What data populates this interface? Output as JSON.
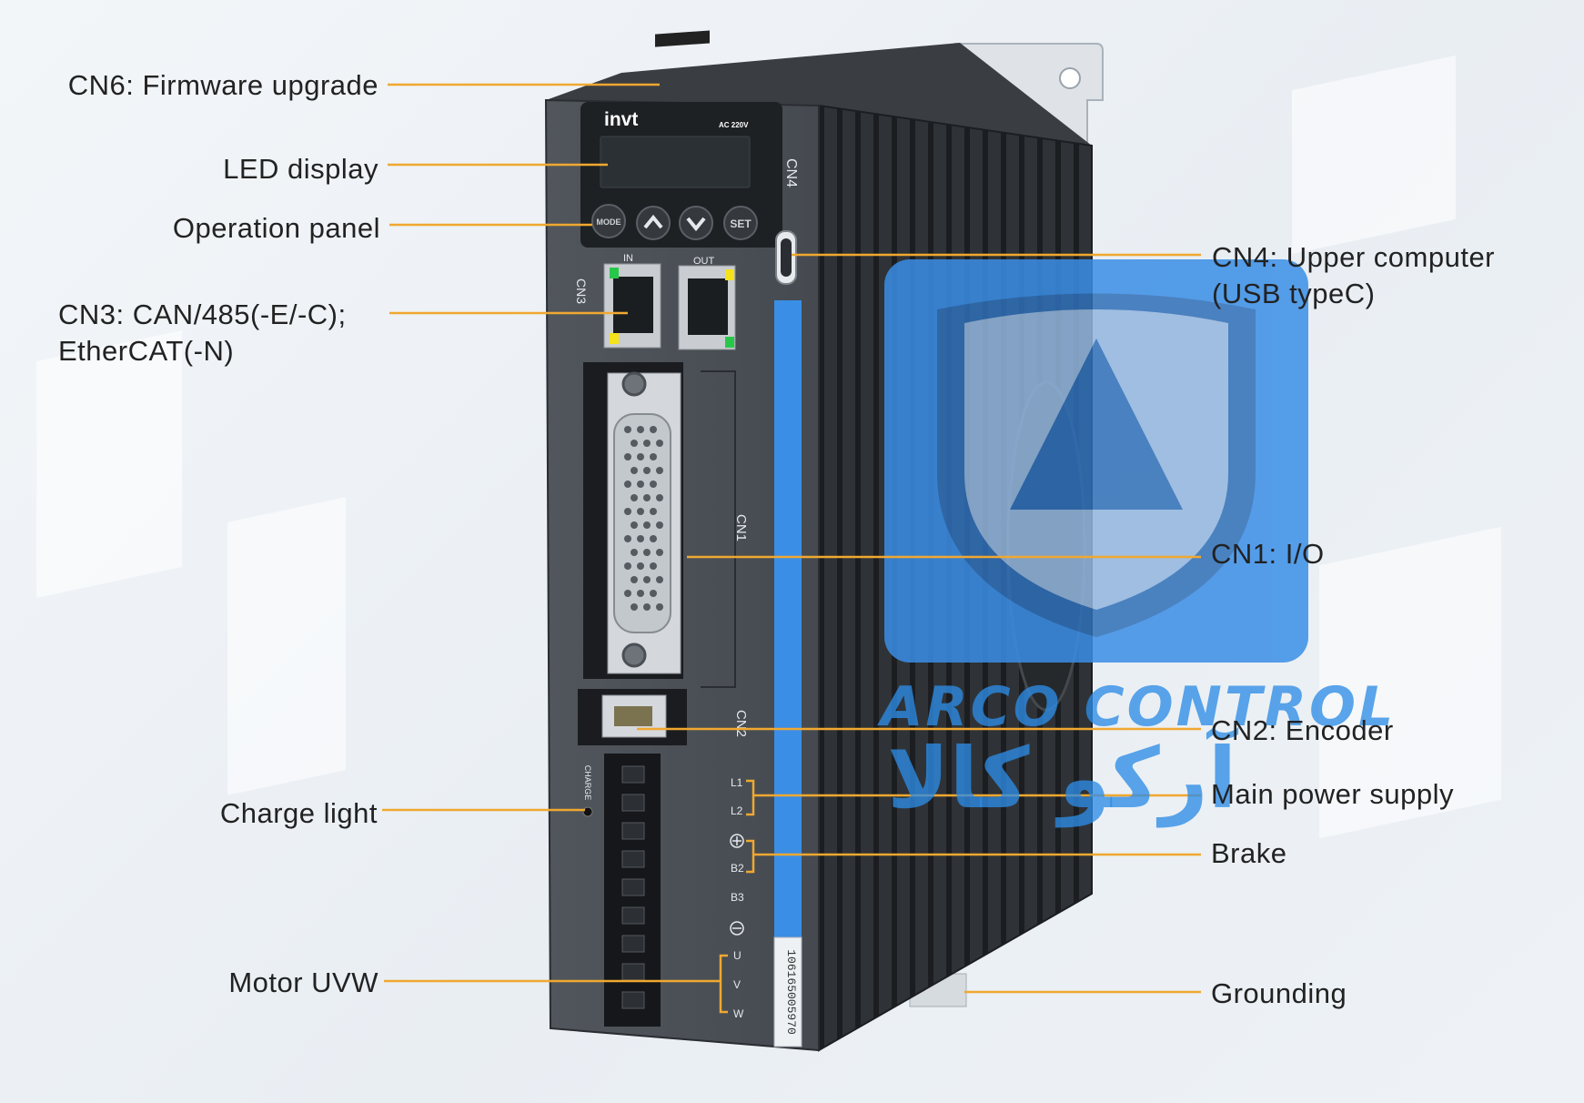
{
  "labels": {
    "cn6": "CN6: Firmware upgrade",
    "led": "LED display",
    "panel": "Operation panel",
    "cn3_line1": "CN3: CAN/485(-E/-C);",
    "cn3_line2": "EtherCAT(-N)",
    "charge": "Charge light",
    "motor": "Motor UVW",
    "cn4_line1": "CN4: Upper computer",
    "cn4_line2": "(USB typeC)",
    "cn1": "CN1: I/O",
    "cn2": "CN2: Encoder",
    "main_power": "Main power supply",
    "brake": "Brake",
    "grounding": "Grounding"
  },
  "device": {
    "brand": "invt",
    "rating": "AC 220V",
    "buttons": {
      "mode": "MODE",
      "set": "SET"
    },
    "port_in": "IN",
    "port_out": "OUT",
    "silk": {
      "cn1": "CN1",
      "cn2": "CN2",
      "cn3": "CN3",
      "cn4": "CN4",
      "charge": "CHARGE",
      "l1": "L1",
      "l2": "L2",
      "b2": "B2",
      "b3": "B3",
      "u": "U",
      "v": "V",
      "w": "W"
    },
    "serial": "106165005970"
  },
  "watermark": {
    "text_en": "ARCO CONTROL",
    "text_fa": "آرکو کالا"
  },
  "colors": {
    "leader": "#f0a830",
    "accent_blue": "#3a8ee6",
    "body_front": "#4a4f55",
    "body_side": "#2e3236"
  }
}
